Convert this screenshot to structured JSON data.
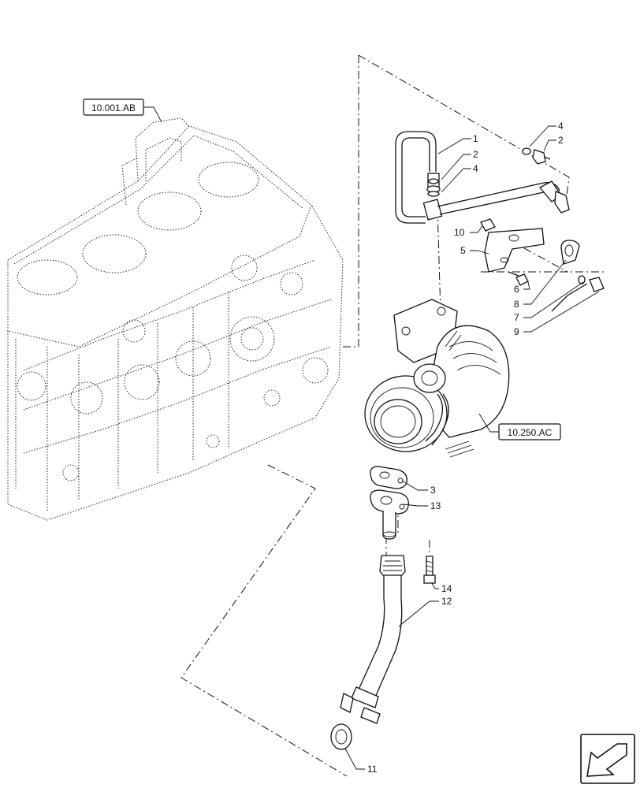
{
  "references": {
    "engine_block": "10.001.AB",
    "turbocharger": "10.250.AC"
  },
  "callouts": {
    "c1": "1",
    "c2a": "2",
    "c4a": "4",
    "c4b": "4",
    "c2b": "2",
    "c10": "10",
    "c5": "5",
    "c6": "6",
    "c8": "8",
    "c7": "7",
    "c9": "9",
    "c3": "3",
    "c13": "13",
    "c14": "14",
    "c12": "12",
    "c11": "11"
  },
  "icons": {
    "navigation": "arrow-back-icon"
  },
  "colors": {
    "line": "#111111",
    "background": "#ffffff"
  }
}
